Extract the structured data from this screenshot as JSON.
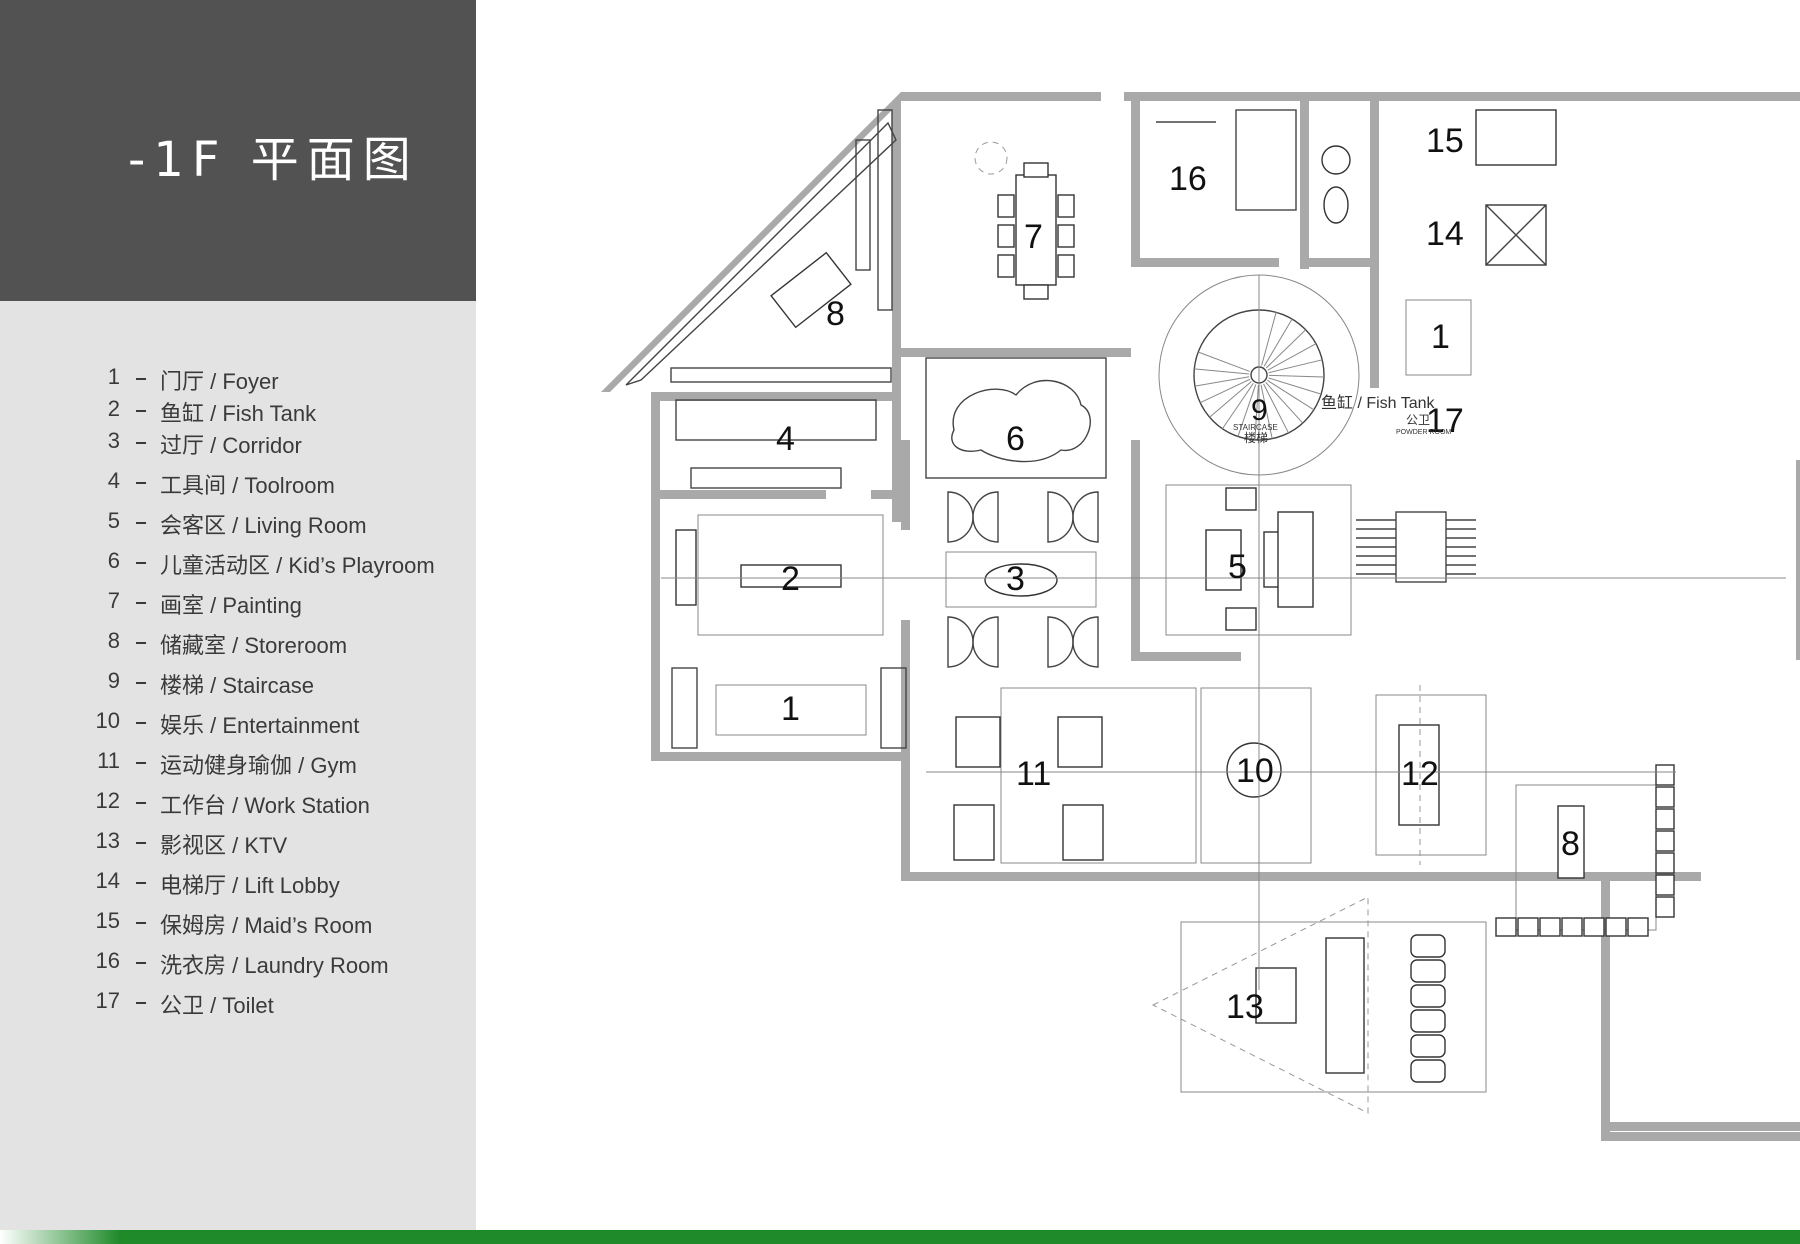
{
  "title": "-1F 平面图",
  "legend": [
    {
      "num": "1",
      "text": "门厅 / Foyer"
    },
    {
      "num": "2",
      "text": "鱼缸 / Fish Tank"
    },
    {
      "num": "3",
      "text": "过厅 / Corridor"
    },
    {
      "num": "4",
      "text": "工具间 / Toolroom"
    },
    {
      "num": "5",
      "text": "会客区 / Living Room"
    },
    {
      "num": "6",
      "text": "儿童活动区 / Kid’s Playroom"
    },
    {
      "num": "7",
      "text": "画室 / Painting"
    },
    {
      "num": "8",
      "text": "储藏室 / Storeroom"
    },
    {
      "num": "9",
      "text": "楼梯 / Staircase"
    },
    {
      "num": "10",
      "text": "娱乐 / Entertainment"
    },
    {
      "num": "11",
      "text": "运动健身瑜伽 / Gym"
    },
    {
      "num": "12",
      "text": "工作台 / Work Station"
    },
    {
      "num": "13",
      "text": "影视区 / KTV"
    },
    {
      "num": "14",
      "text": "电梯厅 / Lift Lobby"
    },
    {
      "num": "15",
      "text": "保姆房 / Maid’s Room"
    },
    {
      "num": "16",
      "text": "洗衣房 / Laundry Room"
    },
    {
      "num": "17",
      "text": "公卫 / Toilet"
    }
  ],
  "plan": {
    "rooms": {
      "foyer_main": "1",
      "fish_tank": "2",
      "corridor": "3",
      "toolroom": "4",
      "living": "5",
      "playroom": "6",
      "painting": "7",
      "storeroom_triangle": "8",
      "staircase": "9",
      "entertainment": "10",
      "gym": "11",
      "workstation": "12",
      "ktv": "13",
      "lift_lobby": "14",
      "maids_room": "15",
      "laundry": "16",
      "toilet": "17",
      "foyer_side": "1",
      "storeroom_right": "8"
    },
    "staircase_label_en": "STAIRCASE",
    "staircase_label_cn": "楼梯",
    "toilet_label_cn": "公卫",
    "toilet_label_en": "POWDER ROOM",
    "fishtank_label": "鱼缸 / Fish Tank"
  },
  "colors": {
    "title_block": "#525252",
    "sidebar": "#e3e3e3",
    "wall": "#a9a9a9",
    "accent_bar": "#1f8a2a"
  }
}
